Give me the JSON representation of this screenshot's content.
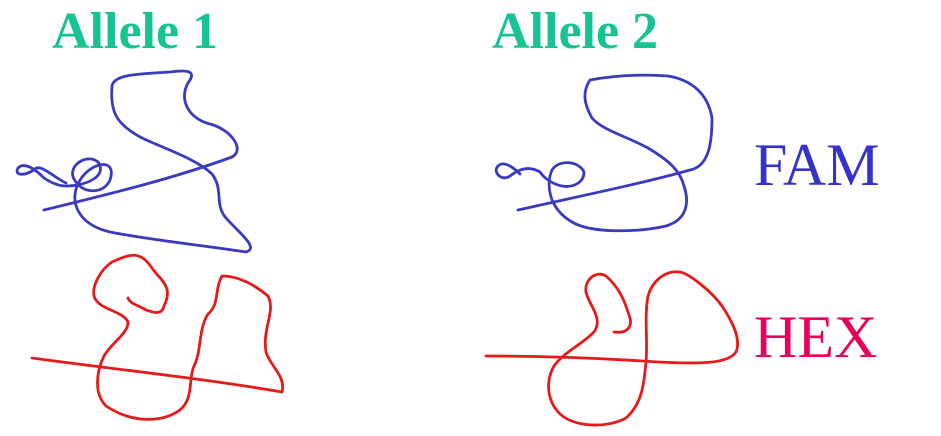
{
  "titles": {
    "allele1": "Allele 1",
    "allele2": "Allele 2"
  },
  "dyes": {
    "fam": "FAM",
    "hex": "HEX"
  },
  "colors": {
    "title": "#16c493",
    "fam_text": "#3333cc",
    "hex_text": "#e8005a",
    "fam_probe": "#3a3ac0",
    "hex_probe": "#e61a1a"
  }
}
